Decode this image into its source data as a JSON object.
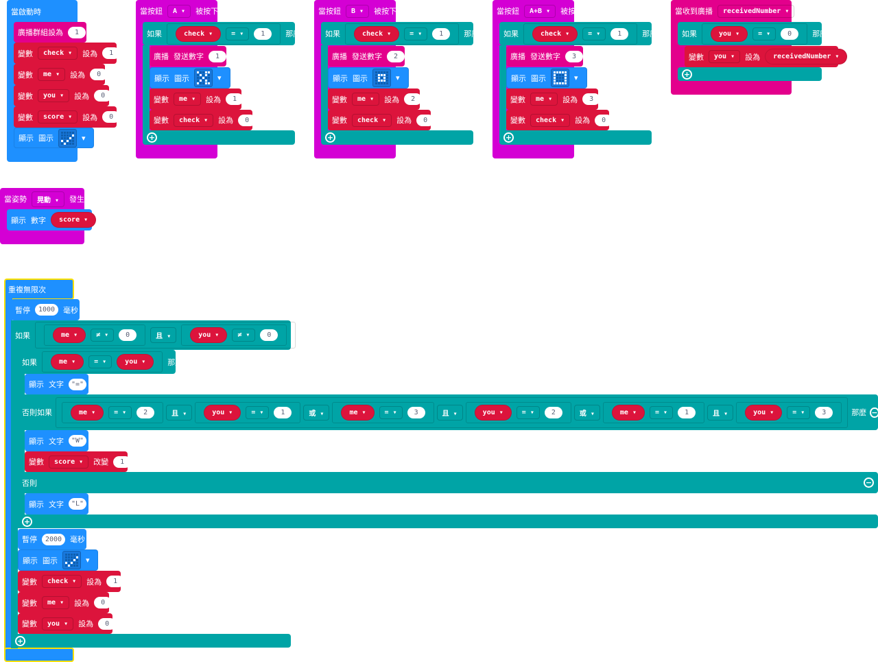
{
  "labels": {
    "var": "變數",
    "set": "設為",
    "show": "顯示",
    "icon": "圖示",
    "text": "文字",
    "number": "數字",
    "if": "如果",
    "then": "那麼",
    "and": "且",
    "or": "或",
    "elseif": "否則如果",
    "else": "否則",
    "pause": "暫停",
    "ms": "毫秒",
    "change": "改變",
    "broadcast": "廣播",
    "send_number": "發送數字",
    "eq": "=",
    "neq": "≠"
  },
  "start": {
    "title": "當啟動時",
    "group_label": "廣播群組設為",
    "group_value": "1",
    "vars": [
      {
        "name": "check",
        "value": "1"
      },
      {
        "name": "me",
        "value": "0"
      },
      {
        "name": "you",
        "value": "0"
      },
      {
        "name": "score",
        "value": "0"
      }
    ],
    "icon": "0000000001000101010001000"
  },
  "buttons": [
    {
      "pre": "當按鈕",
      "button": "A",
      "post": "被按下",
      "cond_var": "check",
      "cond_val": "1",
      "send": "1",
      "icon": "1001101010001000101010011",
      "me": "1",
      "check": "0"
    },
    {
      "pre": "當按鈕",
      "button": "B",
      "post": "被按下",
      "cond_var": "check",
      "cond_val": "1",
      "send": "2",
      "icon": "0000001110010100111000000",
      "me": "2",
      "check": "0"
    },
    {
      "pre": "當按鈕",
      "button": "A+B",
      "post": "被按下",
      "cond_var": "check",
      "cond_val": "1",
      "send": "3",
      "icon": "1111110001100011000111111",
      "me": "3",
      "check": "0"
    }
  ],
  "received": {
    "title": "當收到廣播",
    "param": "receivedNumber",
    "cond_var": "you",
    "cond_val": "0",
    "set_var": "you",
    "set_value": "receivedNumber"
  },
  "gesture": {
    "pre": "當姿勢",
    "gesture": "晃動",
    "post": "發生",
    "var": "score"
  },
  "forever": {
    "title": "重複無限次",
    "pause1": "1000",
    "if_me_val": "0",
    "if_you_val": "0",
    "inner_if": {
      "left": "me",
      "right": "you",
      "text": "\"=\""
    },
    "elseif": {
      "c1": {
        "me": "2",
        "you": "1"
      },
      "c2": {
        "me": "3",
        "you": "2"
      },
      "c3": {
        "me": "1",
        "you": "3"
      },
      "text": "\"W\"",
      "score_var": "score",
      "score_change": "1"
    },
    "else_text": "\"L\"",
    "pause2": "2000",
    "icon": "0000000001000101010001000",
    "vars": [
      {
        "name": "check",
        "value": "1"
      },
      {
        "name": "me",
        "value": "0"
      },
      {
        "name": "you",
        "value": "0"
      }
    ]
  }
}
